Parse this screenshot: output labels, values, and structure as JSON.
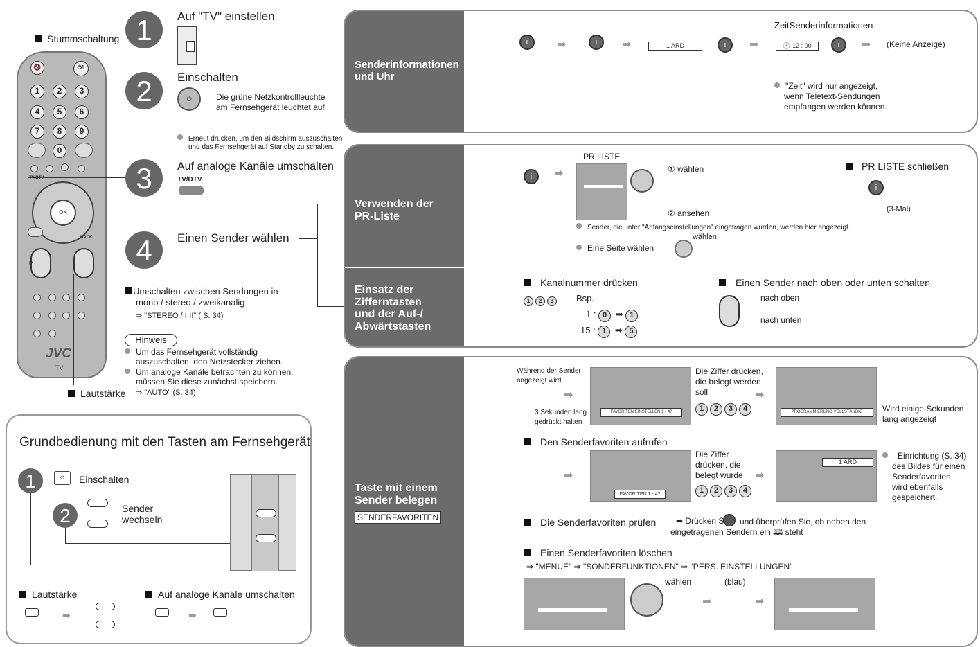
{
  "steps": {
    "s1": {
      "num": "1",
      "title": "Auf \"TV\" einstellen"
    },
    "s2": {
      "num": "2",
      "title": "Einschalten",
      "desc1": "Die grüne Netzkontrollleuchte",
      "desc2": "am Fernsehgerät leuchtet auf.",
      "note1": "Erneut drücken, um den Bildschirm auszuschalten",
      "note2": "und das Fernsehgerät auf Standby zu schalten."
    },
    "s3": {
      "num": "3",
      "title": "Auf analoge Kanäle umschalten",
      "key": "TV/DTV"
    },
    "s4": {
      "num": "4",
      "title": "Einen Sender wählen"
    }
  },
  "remote": {
    "mute_label": "Stummschaltung",
    "volume_label": "Lautstärke",
    "brand": "JVC",
    "sub": "TV",
    "power_glyph": "⏻/I",
    "mute_glyph": "🔇",
    "keys": [
      "1",
      "2",
      "3",
      "4",
      "5",
      "6",
      "7",
      "8",
      "9",
      "0"
    ],
    "tvdtv": "TV/DTV",
    "ok": "OK",
    "back": "BACK",
    "p": "P"
  },
  "sound": {
    "line1": "Umschalten zwischen Sendungen in",
    "line2": "mono / stereo / zweikanalig",
    "ref": "⇒ \"STEREO / I·II\" ( S. 34)"
  },
  "hint": {
    "label": "Hinweis",
    "b1a": "Um das Fernsehgerät vollständig",
    "b1b": "auszuschalten, den Netzstecker ziehen.",
    "b2a": "Um analoge Kanäle betrachten zu können,",
    "b2b": "müssen Sie diese zunächst speichern.",
    "ref": "⇒ \"AUTO\" (S. 34)"
  },
  "basic": {
    "title": "Grundbedienung mit den Tasten am Fernsehgerät",
    "step1": "1",
    "step1_text": "Einschalten",
    "step2": "2",
    "step2_l1": "Sender",
    "step2_l2": "wechseln",
    "vol": "Lautstärke",
    "analog": "Auf analoge Kanäle umschalten"
  },
  "panel_info": {
    "label_l1": "Senderinformationen",
    "label_l2": "und Uhr",
    "osd1": "1  ARD",
    "header": "ZeitSenderinformationen",
    "osd2": "🕘  12 : 00",
    "none": "(Keine Anzeige)",
    "note1": "\"Zeit\" wird nur angezeigt,",
    "note2": "wenn Teletext-Sendungen",
    "note3": "empfangen werden können."
  },
  "panel_pr": {
    "label_l1": "Verwenden der",
    "label_l2": "PR-Liste",
    "list_title": "PR LISTE",
    "select": "① wählen",
    "view": "② ansehen",
    "close": "PR LISTE schließen",
    "times": "(3-Mal)",
    "note": "Sender, die unter \"Anfangseinstellungen\" eingetragen wurden, werden hier angezeigt.",
    "page": "Eine Seite wählen",
    "page_choose": "wählen"
  },
  "panel_num": {
    "label_l1": "Einsatz der",
    "label_l2": "Zifferntasten",
    "label_l3": "und der Auf-/",
    "label_l4": "Abwärtstasten",
    "press": "Kanalnummer drücken",
    "ex": "Bsp.",
    "ex1": "1 :",
    "ex2": "15 :",
    "updown": "Einen Sender nach oben oder unten schalten",
    "up": "nach oben",
    "down": "nach unten"
  },
  "panel_fav": {
    "label_l1": "Taste mit einem",
    "label_l2": "Sender belegen",
    "badge": "SENDERFAVORITEN",
    "while1": "Während der Sender",
    "while2": "angezeigt wird",
    "hold1": "3 Sekunden lang",
    "hold2": "gedrückt halten",
    "osd_set": "FAVORITEN EINSTELLEN 1 - 4?",
    "digit1": "Die Ziffer drücken,",
    "digit2": "die belegt werden",
    "digit3": "soll",
    "osd_done": "PROGRAMMIERUNG VOLLSTÄNDIG",
    "shown1": "Wird einige Sekunden",
    "shown2": "lang angezeigt",
    "call": "Den Senderfavoriten aufrufen",
    "osd_fav": "FAVORITEN 1 - 4?",
    "dig_a": "Die Ziffer",
    "dig_b": "drücken, die",
    "dig_c": "belegt wurde",
    "osd_ard": "1  ARD",
    "setup1": "Einrichtung (S. 34)",
    "setup2": "des Bildes für einen",
    "setup3": "Senderfavoriten",
    "setup4": "wird ebenfalls",
    "setup5": "gespeichert.",
    "check": "Die Senderfavoriten prüfen",
    "check_press": "Drücken Sie",
    "check_rest": "und überprüfen Sie, ob neben den",
    "check_rest2": "eingetragenen Sendern ein 🕮 steht",
    "del": "Einen Senderfavoriten löschen",
    "menu_path": "⇒ \"MENUE\" ⇒ \"SONDERFUNKTIONEN\" ⇒ \"PERS. EINSTELLUNGEN\"",
    "del_select": "wählen",
    "blue": "(blau)",
    "fav_digits": [
      "1",
      "2",
      "3",
      "4"
    ]
  }
}
